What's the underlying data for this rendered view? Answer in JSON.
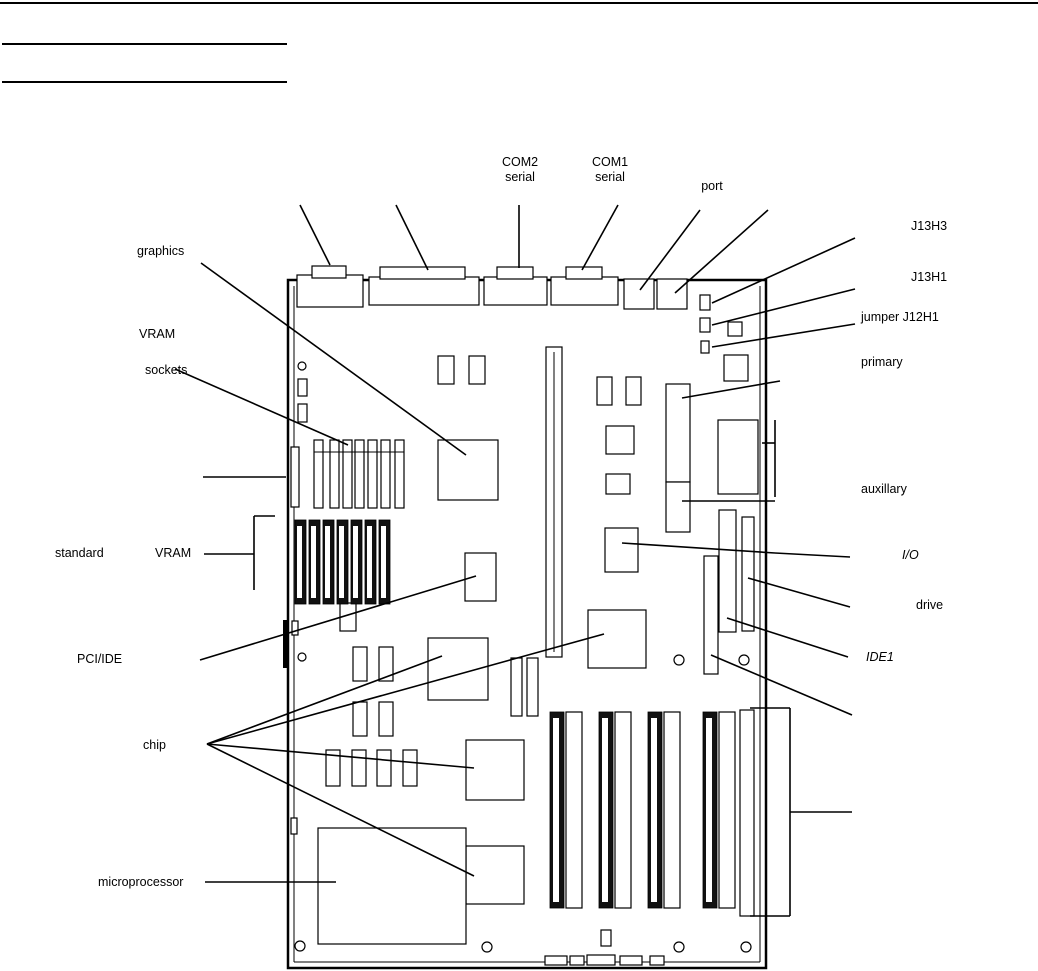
{
  "labels": {
    "com2": "COM2",
    "com2_sub": "serial",
    "com1": "COM1",
    "com1_sub": "serial",
    "port": "port",
    "j13h3": "J13H3",
    "j13h1": "J13H1",
    "jumper": "jumper J12H1",
    "primary": "primary",
    "auxiliary": "auxillary",
    "io": "I/O",
    "drive": "drive",
    "ide1": "IDE1",
    "graphics": "graphics",
    "vram_top": "VRAM",
    "sockets": "sockets",
    "standard": "standard",
    "vram_mid": "VRAM",
    "pci_ide": "PCI/IDE",
    "chip": "chip",
    "microprocessor": "microprocessor"
  }
}
